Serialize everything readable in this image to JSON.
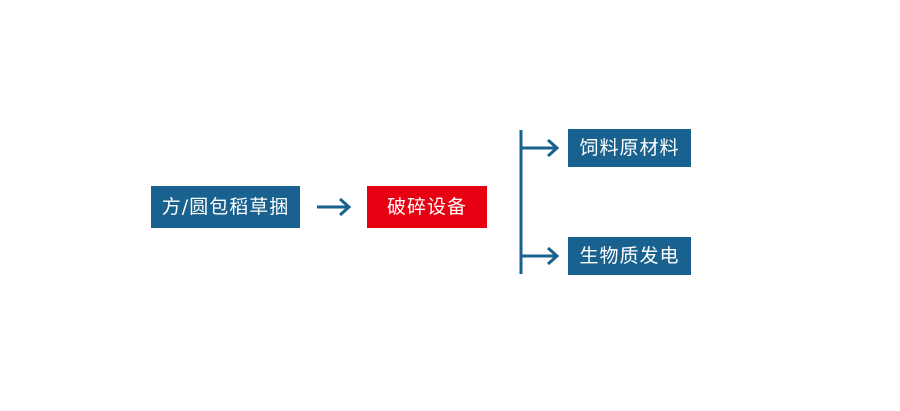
{
  "flowchart": {
    "source": {
      "label": "方/圆包稻草捆"
    },
    "process": {
      "label": "破碎设备"
    },
    "outputs": [
      {
        "label": "饲料原材料"
      },
      {
        "label": "生物质发电"
      }
    ]
  },
  "icons": {
    "arrow_source_to_process": "right-arrow",
    "arrow_to_output_0": "right-arrow",
    "arrow_to_output_1": "right-arrow"
  },
  "colors": {
    "box_blue": "#19618f",
    "box_red": "#e60012",
    "connector_blue": "#19618f",
    "text_white": "#ffffff",
    "page_bg": "#ffffff"
  }
}
